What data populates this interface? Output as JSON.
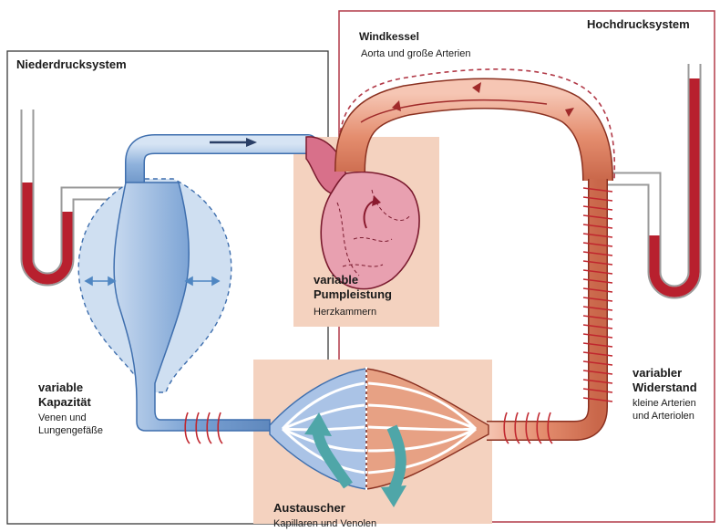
{
  "labels": {
    "niederdruck": "Niederdrucksystem",
    "hochdruck": "Hochdrucksystem",
    "windkessel_title": "Windkessel",
    "windkessel_sub": "Aorta und große Arterien",
    "pump_title_1": "variable",
    "pump_title_2": "Pumpleistung",
    "pump_sub": "Herzkammern",
    "kap_title_1": "variable",
    "kap_title_2": "Kapazität",
    "kap_sub_1": "Venen und",
    "kap_sub_2": "Lungengefäße",
    "wid_title_1": "variabler",
    "wid_title_2": "Widerstand",
    "wid_sub_1": "kleine Arterien",
    "wid_sub_2": "und Arteriolen",
    "aus_title": "Austauscher",
    "aus_sub": "Kapillaren und Venolen"
  },
  "colors": {
    "low_pressure_blue": "#7ea6d6",
    "high_pressure_red": "#e0876a",
    "heart_pink": "#e08a9a",
    "panel_peach": "#f4d2bf",
    "frame_red": "#b23a48",
    "manometer_red": "#b8202e"
  }
}
